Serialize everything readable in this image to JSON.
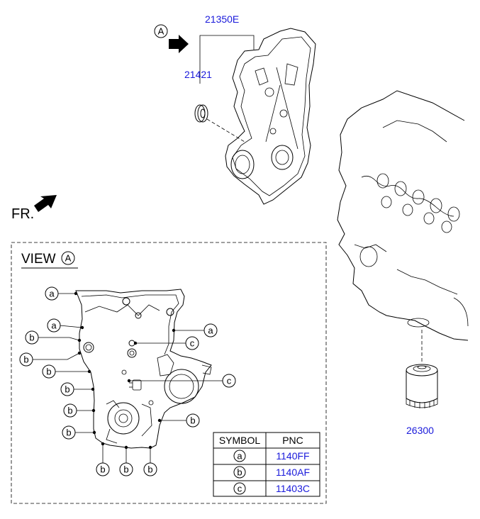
{
  "parts": {
    "cover_pnc": "21350E",
    "seal_pnc": "21421",
    "filter_pnc": "26300"
  },
  "arrow_view_letter": "A",
  "front_label": "FR.",
  "view": {
    "title": "VIEW",
    "letter": "A"
  },
  "callouts": {
    "a": "a",
    "b": "b",
    "c": "c"
  },
  "legend": {
    "header_symbol": "SYMBOL",
    "header_pnc": "PNC",
    "rows": [
      {
        "symbol": "a",
        "pnc": "1140FF"
      },
      {
        "symbol": "b",
        "pnc": "1140AF"
      },
      {
        "symbol": "c",
        "pnc": "11403C"
      }
    ],
    "pnc_color": "#1a1adb"
  }
}
